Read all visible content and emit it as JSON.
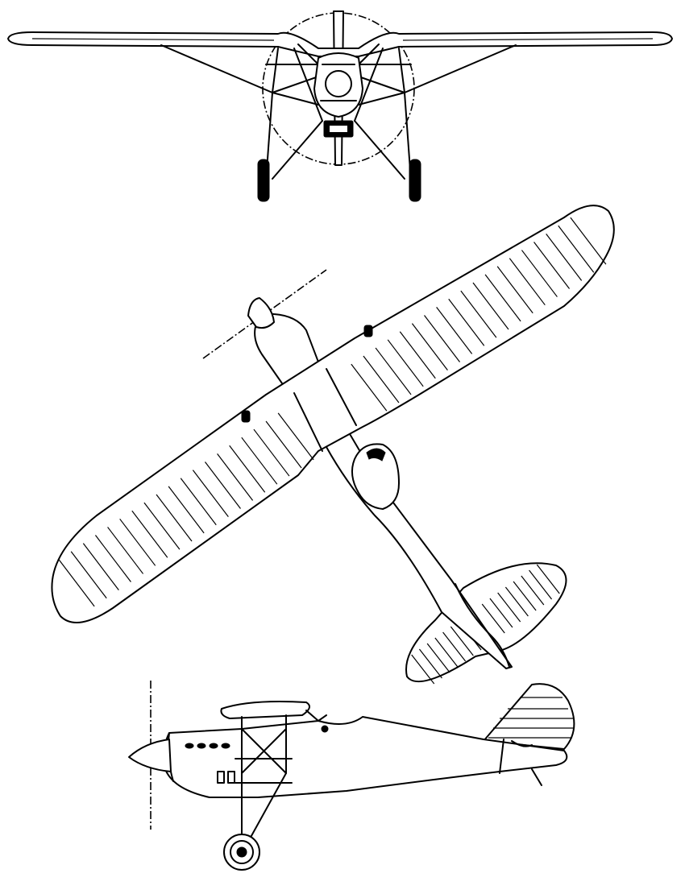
{
  "views": [
    "front",
    "top",
    "side"
  ]
}
